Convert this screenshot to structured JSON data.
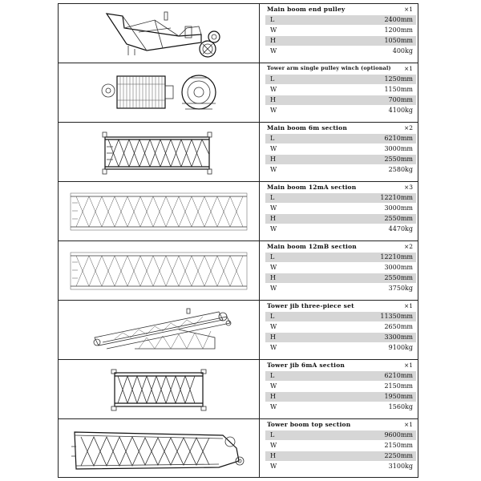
{
  "items": [
    {
      "title": "Main boom end pulley",
      "qty": "×1",
      "dims": [
        {
          "label": "L",
          "value": "2400mm"
        },
        {
          "label": "W",
          "value": "1200mm"
        },
        {
          "label": "H",
          "value": "1050mm"
        },
        {
          "label": "W",
          "value": "400kg"
        }
      ]
    },
    {
      "title": "Tower arm single pulley winch (optional)",
      "qty": "×1",
      "dims": [
        {
          "label": "L",
          "value": "1250mm"
        },
        {
          "label": "W",
          "value": "1150mm"
        },
        {
          "label": "H",
          "value": "700mm"
        },
        {
          "label": "W",
          "value": "4100kg"
        }
      ]
    },
    {
      "title": "Main boom 6m section",
      "qty": "×2",
      "dims": [
        {
          "label": "L",
          "value": "6210mm"
        },
        {
          "label": "W",
          "value": "3000mm"
        },
        {
          "label": "H",
          "value": "2550mm"
        },
        {
          "label": "W",
          "value": "2580kg"
        }
      ]
    },
    {
      "title": "Main boom 12mA section",
      "qty": "×3",
      "dims": [
        {
          "label": "L",
          "value": "12210mm"
        },
        {
          "label": "W",
          "value": "3000mm"
        },
        {
          "label": "H",
          "value": "2550mm"
        },
        {
          "label": "W",
          "value": "4470kg"
        }
      ]
    },
    {
      "title": "Main boom 12mB section",
      "qty": "×2",
      "dims": [
        {
          "label": "L",
          "value": "12210mm"
        },
        {
          "label": "W",
          "value": "3000mm"
        },
        {
          "label": "H",
          "value": "2550mm"
        },
        {
          "label": "W",
          "value": "3750kg"
        }
      ]
    },
    {
      "title": "Tower jib three-piece set",
      "qty": "×1",
      "dims": [
        {
          "label": "L",
          "value": "11350mm"
        },
        {
          "label": "W",
          "value": "2650mm"
        },
        {
          "label": "H",
          "value": "3300mm"
        },
        {
          "label": "W",
          "value": "9100kg"
        }
      ]
    },
    {
      "title": "Tower jib 6mA section",
      "qty": "×1",
      "dims": [
        {
          "label": "L",
          "value": "6210mm"
        },
        {
          "label": "W",
          "value": "2150mm"
        },
        {
          "label": "H",
          "value": "1950mm"
        },
        {
          "label": "W",
          "value": "1560kg"
        }
      ]
    },
    {
      "title": "Tower boom top section",
      "qty": "×1",
      "dims": [
        {
          "label": "L",
          "value": "9600mm"
        },
        {
          "label": "W",
          "value": "2150mm"
        },
        {
          "label": "H",
          "value": "2250mm"
        },
        {
          "label": "W",
          "value": "3100kg"
        }
      ]
    }
  ]
}
